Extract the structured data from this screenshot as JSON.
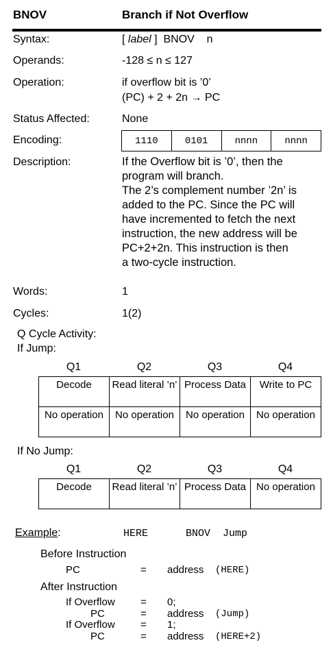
{
  "header": {
    "mnemonic": "BNOV",
    "title": "Branch if Not Overflow"
  },
  "syntax": {
    "label": "Syntax:",
    "prefix": "[ ",
    "label_word": "label",
    "suffix": " ]  BNOV    n"
  },
  "operands": {
    "label": "Operands:",
    "value": "-128 ≤ n ≤ 127"
  },
  "operation": {
    "label": "Operation:",
    "line1": "if overflow bit is ’0’",
    "line2": "(PC) + 2 + 2n → PC"
  },
  "status": {
    "label": "Status Affected:",
    "value": "None"
  },
  "encoding": {
    "label": "Encoding:",
    "fields": [
      "1110",
      "0101",
      "nnnn",
      "nnnn"
    ]
  },
  "description": {
    "label": "Description:",
    "lines": [
      "If the Overflow bit is ’0’, then the",
      "program will branch.",
      "The 2’s complement number ’2n’ is",
      "added to the PC.  Since the PC will",
      "have incremented to fetch the next",
      "instruction, the new address will be",
      "PC+2+2n.  This instruction is then",
      "a two-cycle instruction."
    ]
  },
  "words": {
    "label": "Words:",
    "value": "1"
  },
  "cycles": {
    "label": "Cycles:",
    "value": "1(2)"
  },
  "q_cycle": {
    "title": "Q Cycle Activity:",
    "jump_label": "If Jump:",
    "nojump_label": "If No Jump:",
    "headers": [
      "Q1",
      "Q2",
      "Q3",
      "Q4"
    ],
    "jump_rows": [
      [
        "Decode",
        "Read literal ’n’",
        "Process Data",
        "Write to PC"
      ],
      [
        "No operation",
        "No operation",
        "No operation",
        "No operation"
      ]
    ],
    "nojump_rows": [
      [
        "Decode",
        "Read literal ’n’",
        "Process Data",
        "No operation"
      ]
    ]
  },
  "example": {
    "label": "Example",
    "colon": ":",
    "label_here": "HERE",
    "instruction": "BNOV  Jump",
    "before_title": "Before Instruction",
    "before": {
      "name": "PC",
      "eq": "=",
      "value": "address",
      "paren": "(HERE)"
    },
    "after_title": "After Instruction",
    "after": [
      {
        "name": "If Overflow",
        "eq": "=",
        "value": "0;",
        "paren": ""
      },
      {
        "name": "PC",
        "eq": "=",
        "value": "address",
        "paren": "(Jump)"
      },
      {
        "name": "If Overflow",
        "eq": "=",
        "value": "1;",
        "paren": ""
      },
      {
        "name": "PC",
        "eq": "=",
        "value": "address",
        "paren": "(HERE+2)"
      }
    ]
  }
}
